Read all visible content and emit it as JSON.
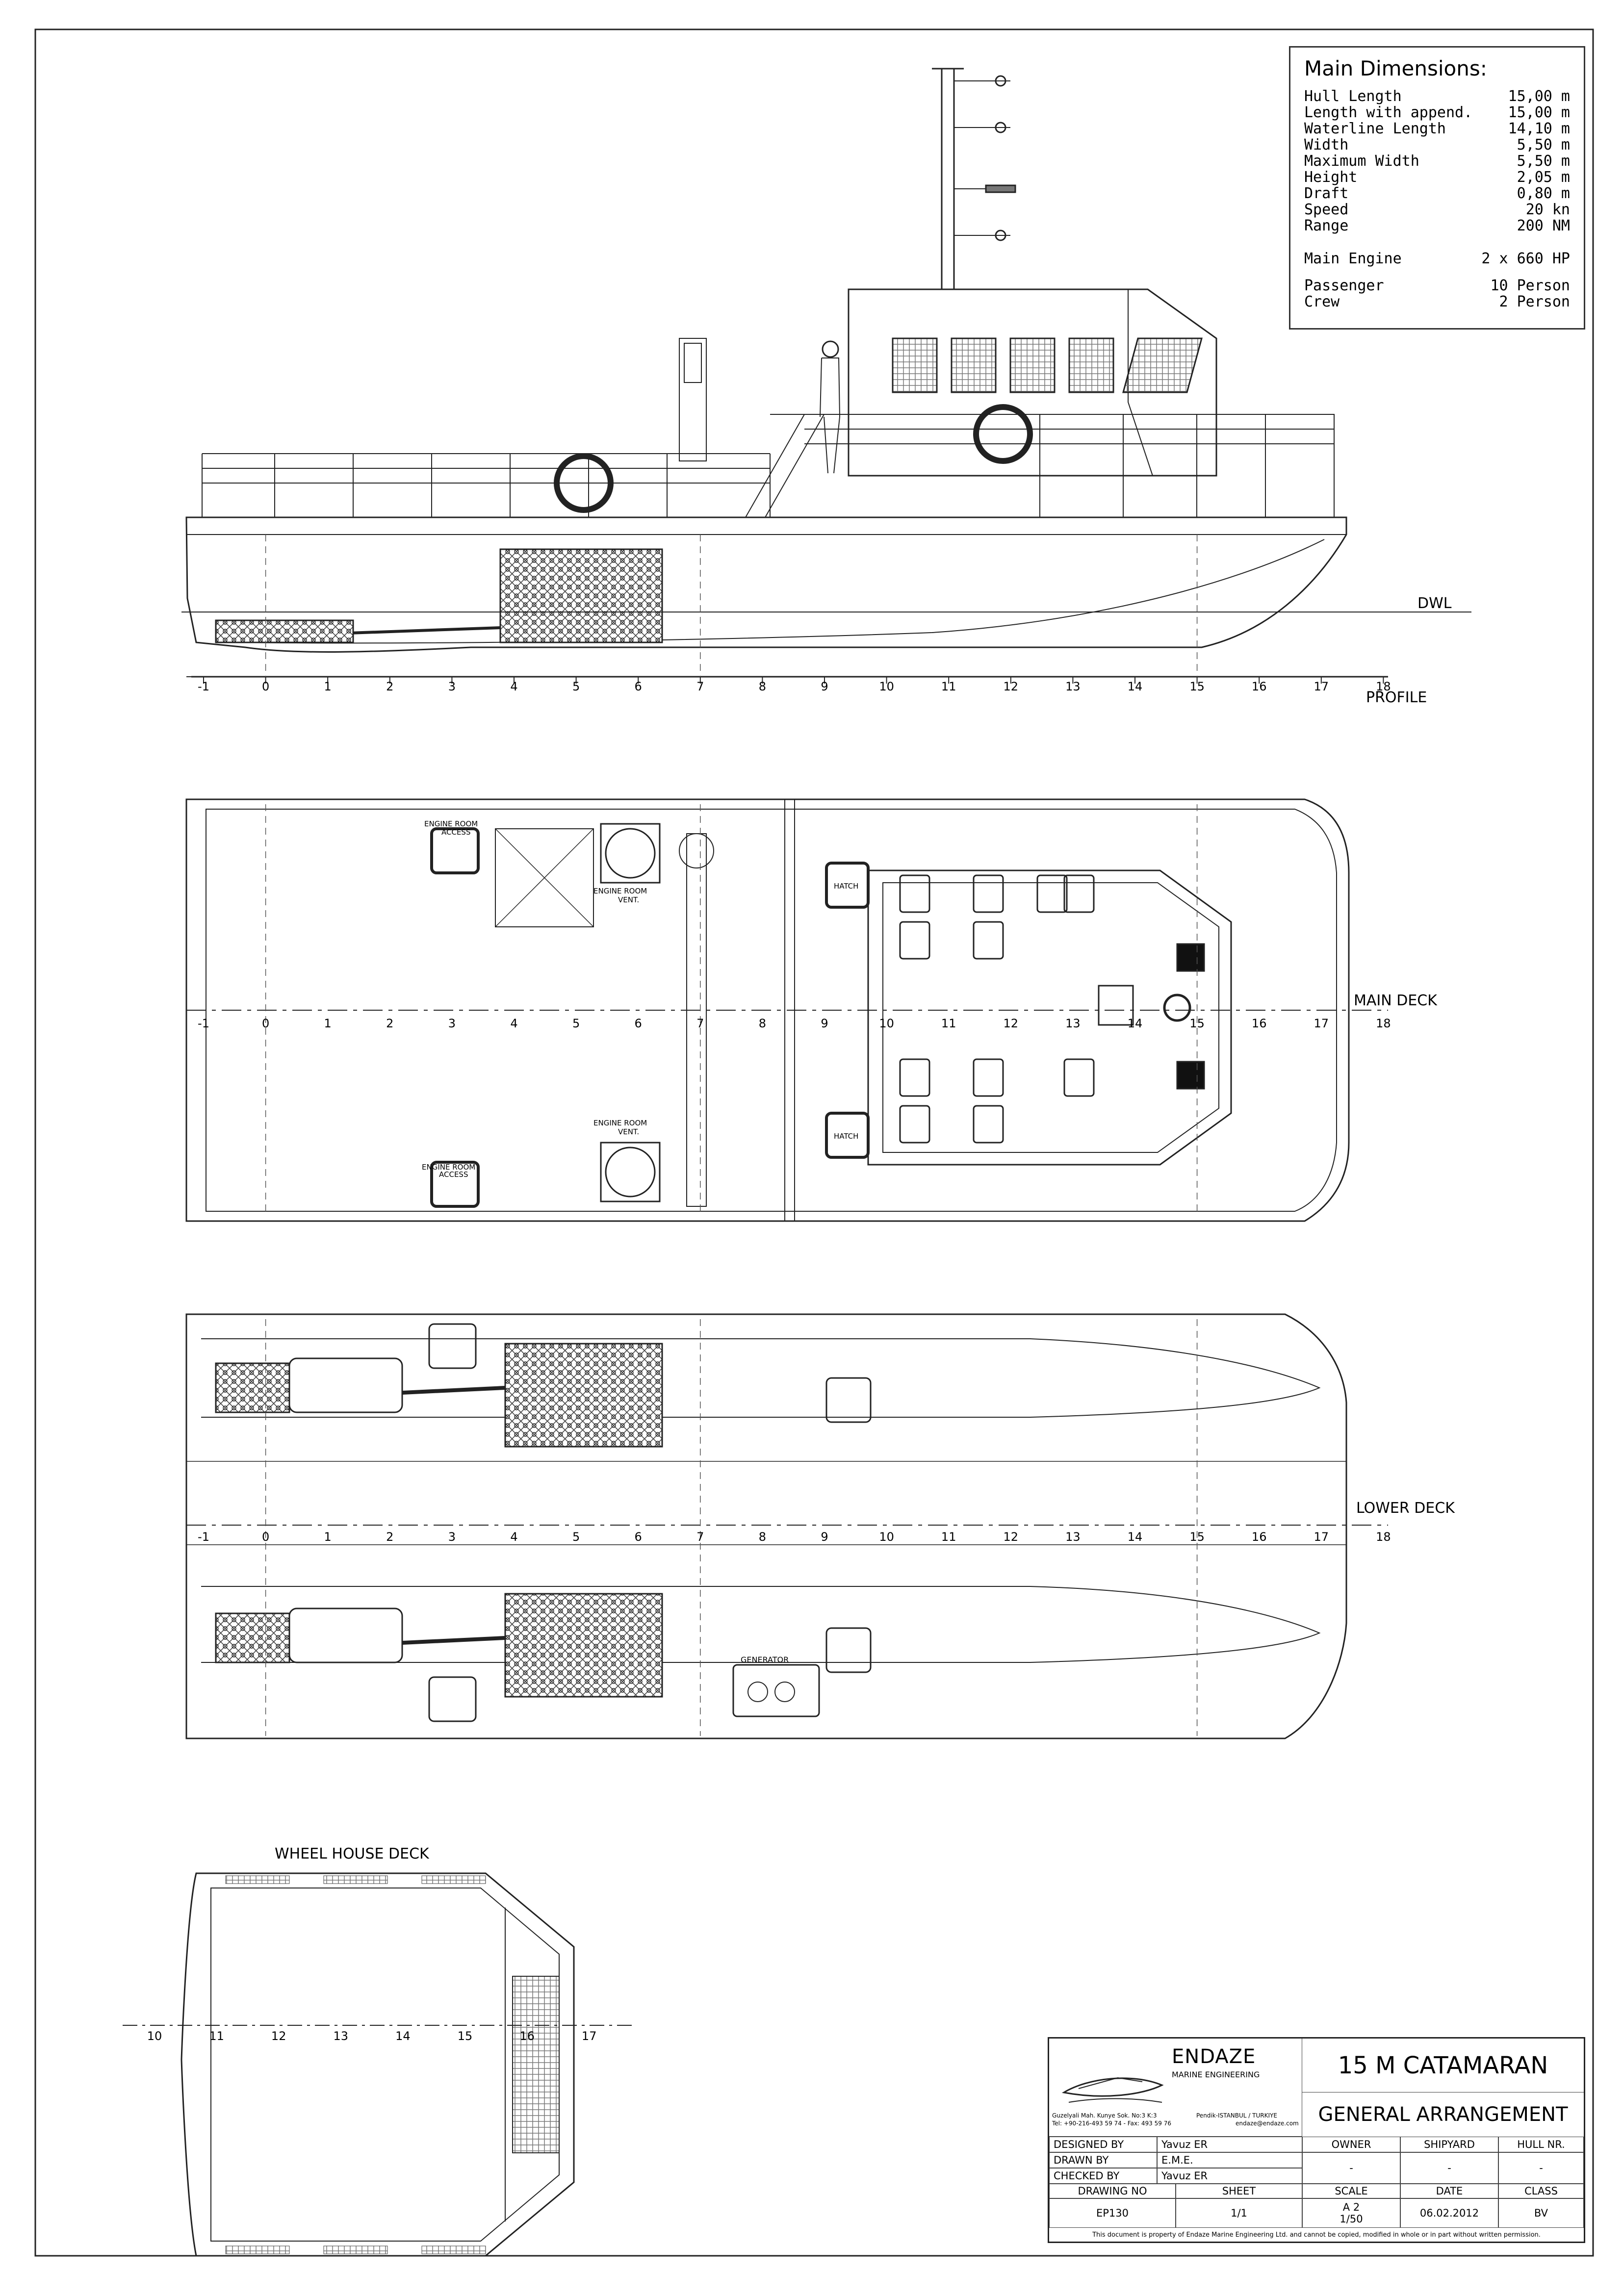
{
  "main_dimensions": {
    "title": "Main Dimensions:",
    "rows": [
      {
        "label": "Hull Length",
        "value": "15,00 m"
      },
      {
        "label": "Length with append.",
        "value": "15,00 m"
      },
      {
        "label": "Waterline Length",
        "value": "14,10 m"
      },
      {
        "label": "Width",
        "value": "5,50 m"
      },
      {
        "label": "Maximum Width",
        "value": "5,50 m"
      },
      {
        "label": "Height",
        "value": "2,05 m"
      },
      {
        "label": "Draft",
        "value": "0,80 m"
      },
      {
        "label": "Speed",
        "value": "20 kn"
      },
      {
        "label": "Range",
        "value": "200 NM"
      }
    ],
    "engine": {
      "label": "Main Engine",
      "value": "2 x 660 HP"
    },
    "capacity": [
      {
        "label": "Passenger",
        "value": "10 Person"
      },
      {
        "label": "Crew",
        "value": "2 Person"
      }
    ]
  },
  "views": {
    "profile": {
      "label": "PROFILE",
      "dwl_label": "DWL"
    },
    "main_deck": {
      "label": "MAIN DECK",
      "hatch": "HATCH",
      "engine_room_access": [
        "ENGINE ROOM",
        "ACCESS"
      ],
      "engine_room_vent": [
        "ENGINE ROOM",
        "VENT."
      ]
    },
    "lower_deck": {
      "label": "LOWER DECK",
      "generator": "GENERATOR"
    },
    "wheel_house": {
      "label": "WHEEL HOUSE DECK"
    }
  },
  "frames": {
    "main": [
      "-1",
      "0",
      "1",
      "2",
      "3",
      "4",
      "5",
      "6",
      "7",
      "8",
      "9",
      "10",
      "11",
      "12",
      "13",
      "14",
      "15",
      "16",
      "17",
      "18"
    ],
    "wheel_house": [
      "10",
      "11",
      "12",
      "13",
      "14",
      "15",
      "16",
      "17"
    ]
  },
  "title_block": {
    "company": "ENDAZE",
    "company_sub": "MARINE ENGINEERING",
    "address1": "Guzelyali Mah. Kunye Sok. No:3 K:3",
    "address2": "Pendik-ISTANBUL / TURKIYE",
    "phone": "Tel: +90-216-493 59 74 - Fax: 493 59 76",
    "email": "endaze@endaze.com",
    "project": "15 M CATAMARAN",
    "drawing_title": "GENERAL ARRANGEMENT",
    "designed_by_label": "DESIGNED BY",
    "designed_by": "Yavuz ER",
    "drawn_by_label": "DRAWN BY",
    "drawn_by": "E.M.E.",
    "checked_by_label": "CHECKED BY",
    "checked_by": "Yavuz ER",
    "owner_label": "OWNER",
    "owner": "-",
    "shipyard_label": "SHIPYARD",
    "shipyard": "-",
    "hull_nr_label": "HULL NR.",
    "hull_nr": "-",
    "drawing_no_label": "DRAWING NO",
    "drawing_no": "EP130",
    "sheet_label": "SHEET",
    "sheet": "1/1",
    "scale_label": "SCALE",
    "scale_size": "A 2",
    "scale": "1/50",
    "date_label": "DATE",
    "date": "06.02.2012",
    "class_label": "CLASS",
    "class": "BV",
    "notice": "This document is property of Endaze Marine Engineering Ltd. and cannot be copied, modified in whole or in part without written permission."
  }
}
